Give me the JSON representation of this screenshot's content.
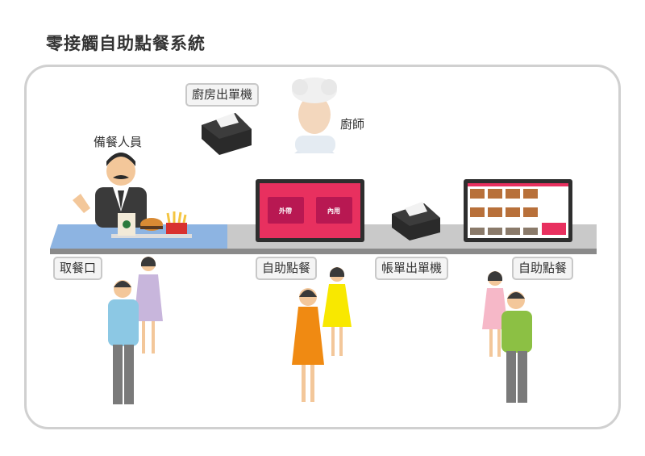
{
  "title": "零接觸自助點餐系統",
  "labels": {
    "kitchen_printer": "廚房出單機",
    "chef": "廚師",
    "prep_staff": "備餐人員",
    "pickup_window": "取餐口",
    "kiosk_left": "自助點餐",
    "bill_printer": "帳單出單機",
    "kiosk_right": "自助點餐"
  },
  "kiosk_screen": {
    "takeout": "外帶",
    "dine_in": "內用"
  },
  "colors": {
    "counter_blue": "#8db4e2",
    "counter_gray": "#c8c8c8",
    "kiosk_pink": "#e8305f",
    "button_pink": "#b81852"
  }
}
